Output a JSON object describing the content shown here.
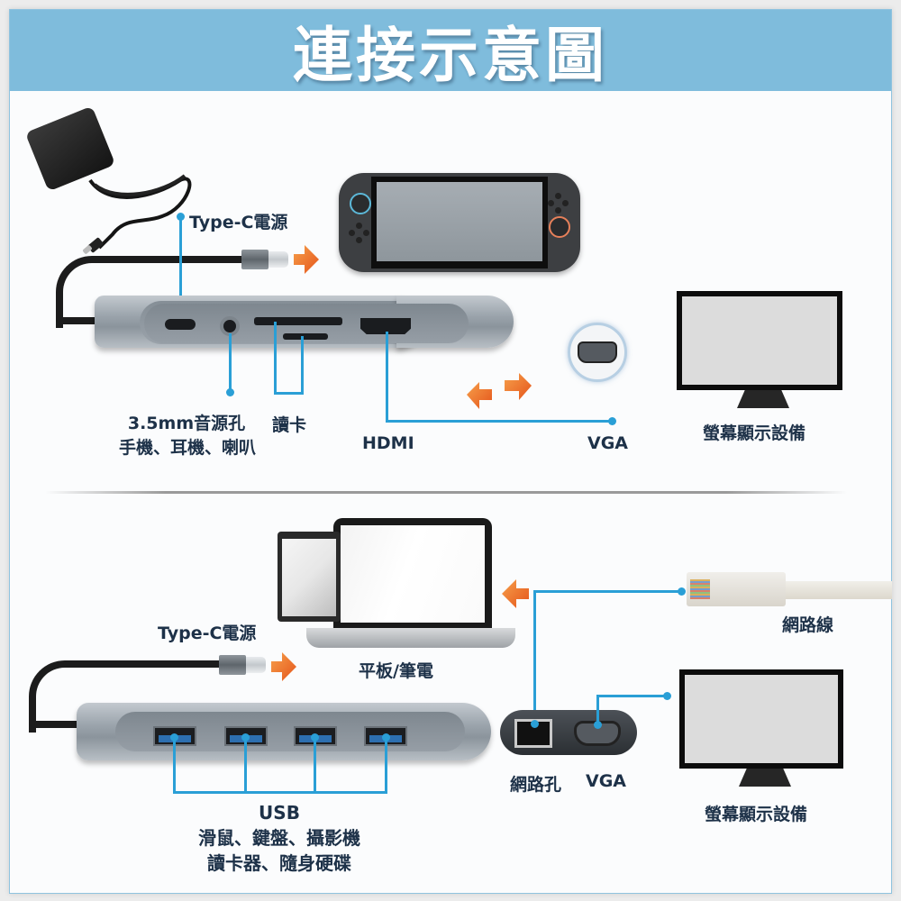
{
  "title": "連接示意圖",
  "colors": {
    "title_bar": "#7fbcdc",
    "callout_line": "#2a9fd6",
    "arrow": "#f07a1e",
    "label_text": "#1d3148"
  },
  "top_section": {
    "labels": {
      "typec_power": "Type-C電源",
      "audio_jack_line1": "3.5mm音源孔",
      "audio_jack_line2": "手機、耳機、喇叭",
      "card_reader": "讀卡",
      "hdmi": "HDMI",
      "vga": "VGA",
      "display": "螢幕顯示設備"
    },
    "devices": [
      "charger",
      "game-console",
      "usb-c-hub",
      "vga-connector",
      "monitor"
    ],
    "icons": {
      "arrow_right": "orange-arrow-right",
      "bidirectional_arrows": "orange-arrows-left-right"
    }
  },
  "bottom_section": {
    "labels": {
      "typec_power": "Type-C電源",
      "tablet_laptop": "平板/筆電",
      "ethernet_cable": "網路線",
      "ethernet_port": "網路孔",
      "vga": "VGA",
      "display": "螢幕顯示設備",
      "usb": "USB",
      "usb_uses_line1": "滑鼠、鍵盤、攝影機",
      "usb_uses_line2": "讀卡器、隨身硬碟"
    },
    "usb_port_count": 4,
    "devices": [
      "usb-c-hub",
      "tablet",
      "laptop",
      "ethernet-cable",
      "rj45-vga-dongle",
      "monitor"
    ]
  }
}
